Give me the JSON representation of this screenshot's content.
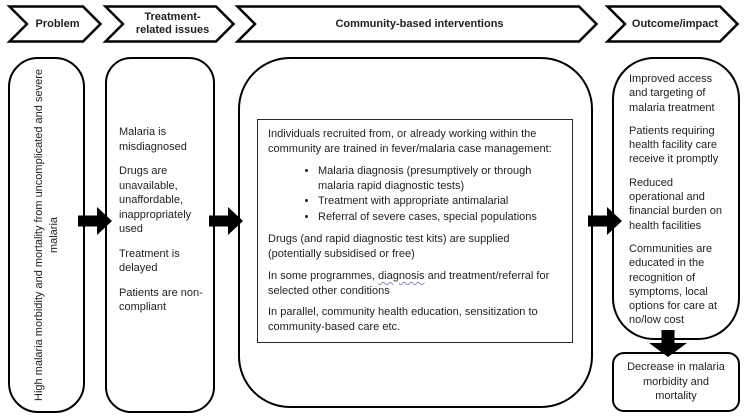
{
  "colors": {
    "border": "#000000",
    "text": "#1f1f1f",
    "background": "#ffffff",
    "arrow_fill": "#000000",
    "squiggle_underline": "#8e86c0"
  },
  "stages": [
    {
      "label": "Problem"
    },
    {
      "label": "Treatment-related issues"
    },
    {
      "label": "Community-based interventions"
    },
    {
      "label": "Outcome/impact"
    }
  ],
  "problem": {
    "text": "High malaria morbidity and mortality from uncomplicated and severe malaria"
  },
  "issues": {
    "items": [
      "Malaria is misdiagnosed",
      "Drugs are unavailable, unaffordable, inappropriately used",
      "Treatment is delayed",
      "Patients are non-compliant"
    ]
  },
  "interventions": {
    "intro": "Individuals recruited from, or already working within the community are trained in fever/malaria case management:",
    "bullets": [
      "Malaria diagnosis (presumptively or through malaria rapid diagnostic tests)",
      "Treatment with appropriate antimalarial",
      "Referral of severe cases, special populations"
    ],
    "para_supply": "Drugs (and rapid diagnostic test kits) are supplied (potentially subsidised or free)",
    "para_other_pre": "In some programmes, ",
    "para_other_word": "diagnosis",
    "para_other_post": " and treatment/referral for selected other conditions",
    "para_parallel": "In parallel, community health education, sensitization to community-based care etc."
  },
  "outcomes": {
    "items": [
      "Improved access and targeting of malaria treatment",
      "Patients requiring health facility care receive it promptly",
      "Reduced operational and financial burden on health facilities",
      "Communities are educated in the recognition of symptoms, local options for care at no/low cost"
    ]
  },
  "impact": {
    "text": "Decrease in malaria morbidity and mortality"
  }
}
